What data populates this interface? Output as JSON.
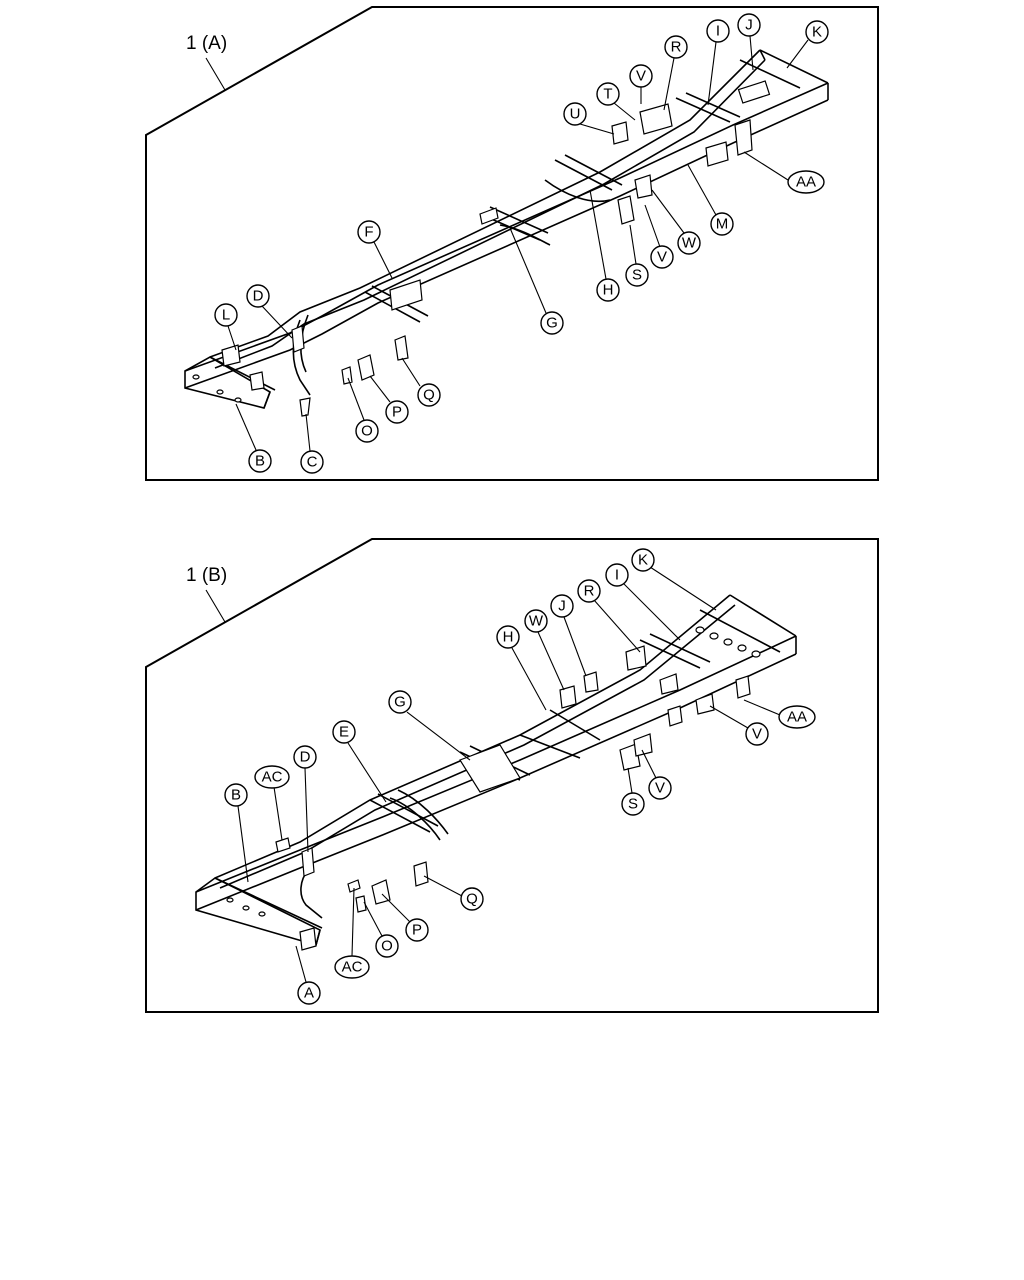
{
  "panels": [
    {
      "id": "A",
      "title": "1 (A)",
      "callouts": [
        {
          "text": "K"
        },
        {
          "text": "J"
        },
        {
          "text": "I"
        },
        {
          "text": "R"
        },
        {
          "text": "V"
        },
        {
          "text": "T"
        },
        {
          "text": "U"
        },
        {
          "text": "AA"
        },
        {
          "text": "M"
        },
        {
          "text": "W"
        },
        {
          "text": "V"
        },
        {
          "text": "S"
        },
        {
          "text": "H"
        },
        {
          "text": "F"
        },
        {
          "text": "G"
        },
        {
          "text": "D"
        },
        {
          "text": "L"
        },
        {
          "text": "Q"
        },
        {
          "text": "P"
        },
        {
          "text": "O"
        },
        {
          "text": "B"
        },
        {
          "text": "C"
        }
      ]
    },
    {
      "id": "B",
      "title": "1 (B)",
      "callouts": [
        {
          "text": "K"
        },
        {
          "text": "I"
        },
        {
          "text": "R"
        },
        {
          "text": "J"
        },
        {
          "text": "W"
        },
        {
          "text": "H"
        },
        {
          "text": "AA"
        },
        {
          "text": "V"
        },
        {
          "text": "V"
        },
        {
          "text": "S"
        },
        {
          "text": "G"
        },
        {
          "text": "E"
        },
        {
          "text": "D"
        },
        {
          "text": "AC"
        },
        {
          "text": "B"
        },
        {
          "text": "Q"
        },
        {
          "text": "P"
        },
        {
          "text": "O"
        },
        {
          "text": "AC"
        },
        {
          "text": "A"
        }
      ]
    }
  ]
}
